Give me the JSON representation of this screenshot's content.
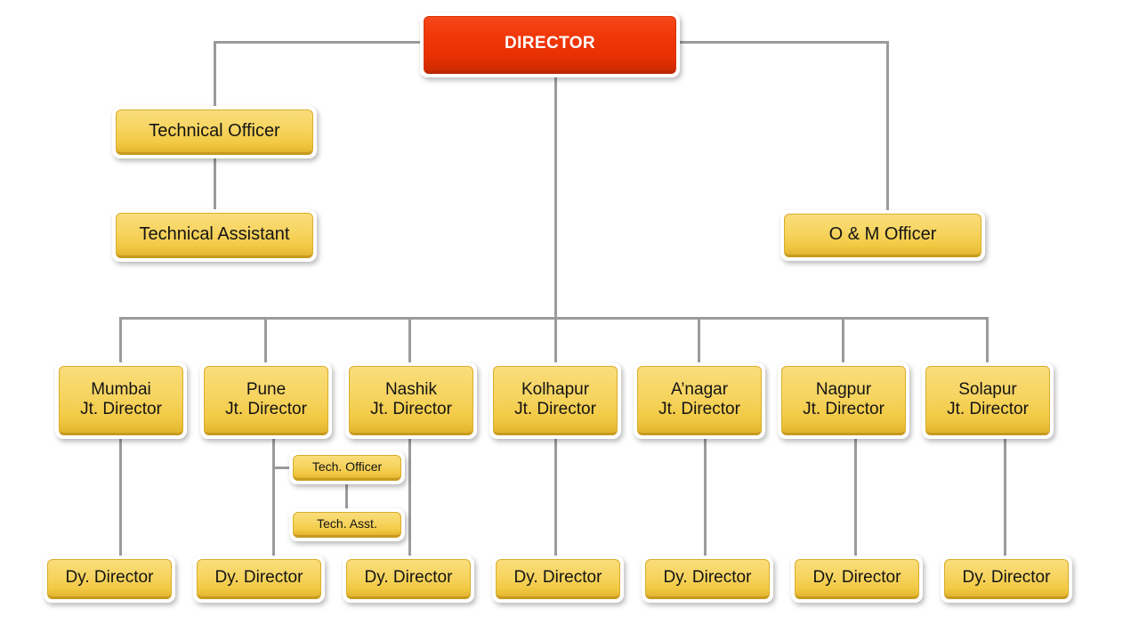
{
  "chart": {
    "title_node": {
      "label": "DIRECTOR",
      "color": "#f03607",
      "text_color": "#ffffff"
    },
    "palette": {
      "box_fill": "#f6d45f",
      "box_border": "#d9ad2b",
      "root_fill": "#f03607",
      "connector": "#9b9b9b",
      "background": "#ffffff",
      "text": "#141414"
    },
    "staff": [
      {
        "label": "Technical Officer"
      },
      {
        "label": "Technical Assistant"
      },
      {
        "label": "O & M Officer"
      }
    ],
    "regions": [
      {
        "city": "Mumbai",
        "role": "Jt. Director"
      },
      {
        "city": "Pune",
        "role": "Jt. Director"
      },
      {
        "city": "Nashik",
        "role": "Jt. Director"
      },
      {
        "city": "Kolhapur",
        "role": "Jt. Director"
      },
      {
        "city": "A’nagar",
        "role": "Jt. Director"
      },
      {
        "city": "Nagpur",
        "role": "Jt. Director"
      },
      {
        "city": "Solapur",
        "role": "Jt. Director"
      }
    ],
    "pune_sub": [
      {
        "label": "Tech. Officer"
      },
      {
        "label": "Tech. Asst."
      }
    ],
    "deputies": [
      {
        "label": "Dy. Director"
      },
      {
        "label": "Dy. Director"
      },
      {
        "label": "Dy. Director"
      },
      {
        "label": "Dy. Director"
      },
      {
        "label": "Dy. Director"
      },
      {
        "label": "Dy. Director"
      },
      {
        "label": "Dy. Director"
      }
    ]
  }
}
